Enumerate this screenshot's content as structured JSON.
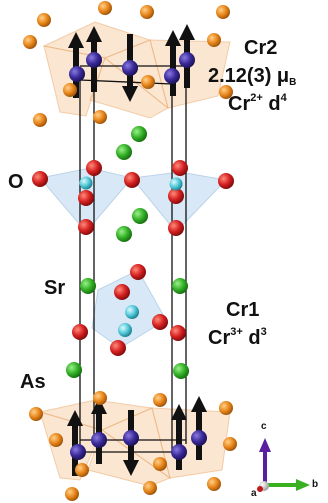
{
  "labels": {
    "cr2": {
      "name": "Cr2",
      "moment_value": "2.12(3) μ",
      "moment_unit_sub": "B",
      "ion": "Cr",
      "ion_charge": "2+",
      "orbital": "d",
      "orbital_power": "4"
    },
    "cr1": {
      "name": "Cr1",
      "ion": "Cr",
      "ion_charge": "3+",
      "orbital": "d",
      "orbital_power": "3"
    },
    "oxygen": "O",
    "strontium": "Sr",
    "arsenic": "As"
  },
  "axes": {
    "c": "c",
    "b": "b",
    "a": "a"
  },
  "colors": {
    "arsenic": "#e8861a",
    "chromium2": "#3a2a9a",
    "oxygen": "#d42020",
    "strontium": "#33b026",
    "chromium1": "#52c8d8",
    "tetrahedron": "#f6c79a",
    "octahedron": "#b9d6ee",
    "spin_arrow": "#111111",
    "axis_c": "#5a1fa0",
    "axis_b": "#38b020",
    "axis_a": "#c01a1a"
  }
}
